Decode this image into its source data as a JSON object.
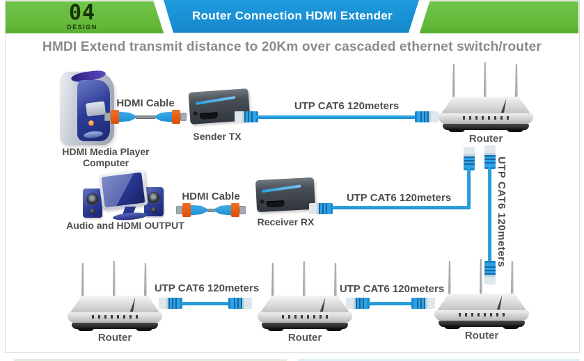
{
  "header": {
    "logo_number": "04",
    "logo_subtitle": "DESIGN",
    "banner_title": "Router Connection HDMI Extender"
  },
  "heading": "HMDI Extend transmit distance to 20Km over cascaded ethernet switch/router",
  "labels": {
    "hdmi_cable": "HDMI Cable",
    "sender_tx": "Sender TX",
    "receiver_rx": "Receiver RX",
    "utp_cat6": "UTP CAT6 120meters",
    "computer_line1": "HDMI Media Player",
    "computer_line2": "Computer",
    "audio_output": "Audio and HDMI OUTPUT",
    "router": "Router"
  },
  "colors": {
    "header_green": "#63b838",
    "banner_blue": "#1b92d4",
    "cable_blue": "#1f9ad8",
    "hdmi_connector_orange": "#e55a0f",
    "heading_gray": "#8a8a8a",
    "label_gray": "#4d4d4d"
  },
  "diagram": {
    "nodes": [
      "HDMI Media Player Computer",
      "Sender TX",
      "Router (top right)",
      "Receiver RX",
      "Audio and HDMI OUTPUT",
      "Router (bottom left)",
      "Router (bottom middle)",
      "Router (bottom right)"
    ],
    "connections": [
      {
        "from": "HDMI Media Player Computer",
        "to": "Sender TX",
        "cable": "HDMI Cable"
      },
      {
        "from": "Sender TX",
        "to": "Router (top right)",
        "cable": "UTP CAT6 120meters"
      },
      {
        "from": "Router (top right)",
        "to": "Receiver RX",
        "cable": "UTP CAT6 120meters"
      },
      {
        "from": "Receiver RX",
        "to": "Audio and HDMI OUTPUT",
        "cable": "HDMI Cable"
      },
      {
        "from": "Router (top right)",
        "to": "Router (bottom right)",
        "cable": "UTP CAT6 120meters"
      },
      {
        "from": "Router (bottom right)",
        "to": "Router (bottom middle)",
        "cable": "UTP CAT6 120meters"
      },
      {
        "from": "Router (bottom middle)",
        "to": "Router (bottom left)",
        "cable": "UTP CAT6 120meters"
      }
    ]
  }
}
